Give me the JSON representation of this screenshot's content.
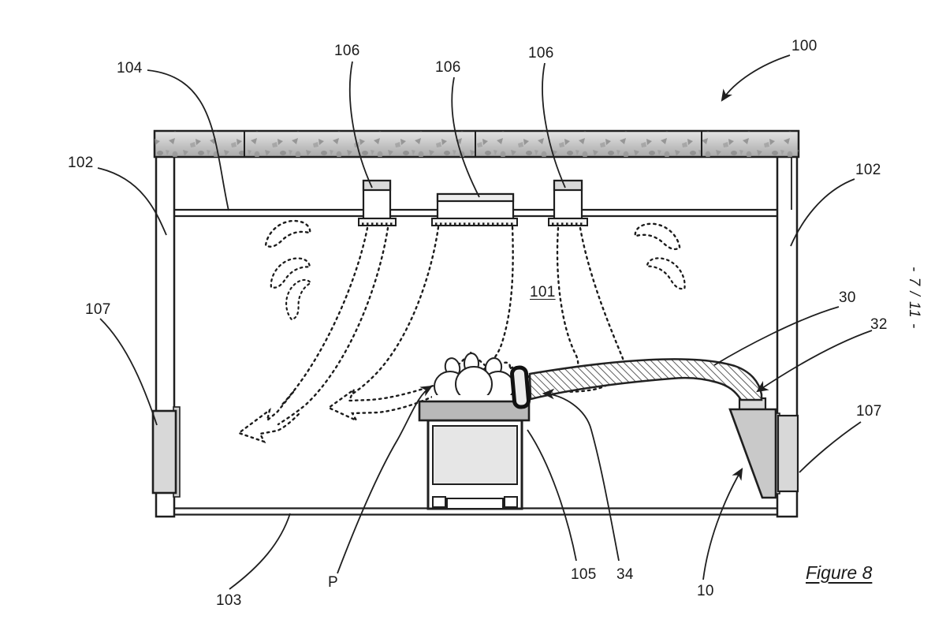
{
  "figure": {
    "caption": "Figure 8",
    "sheet_label": "- 7 / 11 -"
  },
  "labels": {
    "enclosure": "100",
    "ceiling_panel": "104",
    "wall_left": "102",
    "wall_right": "102",
    "diffuser_left": "106",
    "diffuser_center": "106",
    "diffuser_right": "106",
    "interior_space": "101",
    "return_vent_left": "107",
    "return_vent_right": "107",
    "floor": "103",
    "hose": "30",
    "hose_outlet": "32",
    "funnel": "34",
    "table": "105",
    "specimen": "P",
    "collection_hood": "10"
  },
  "colors": {
    "line": "#1f1f1f",
    "ceiling_gray": "#bdbdbd",
    "slab_gray": "#b9b9b9",
    "panel_gray": "#d8d8d8",
    "hood_gray": "#c9c9c9"
  }
}
